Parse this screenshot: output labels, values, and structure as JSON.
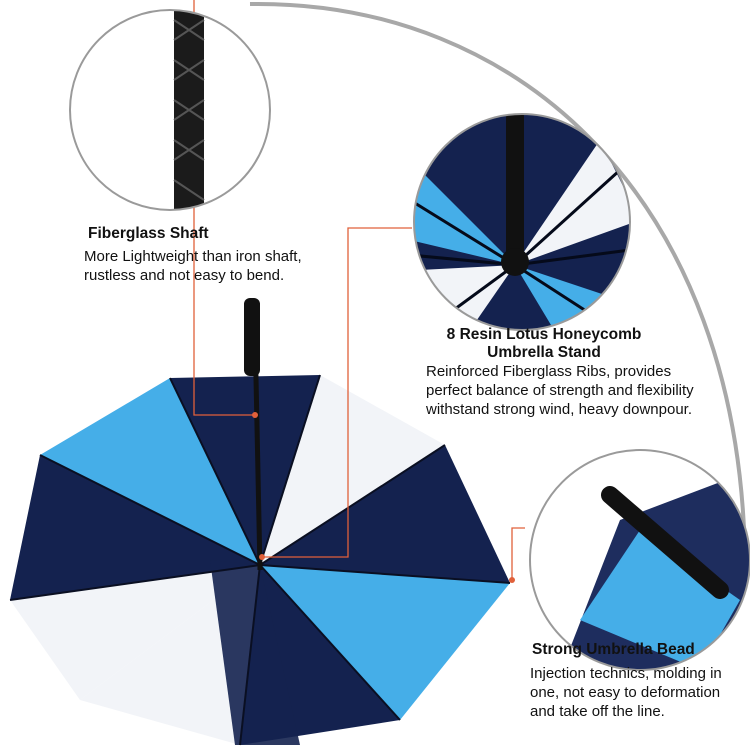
{
  "colors": {
    "navy": "#14224f",
    "light_blue": "#45aee8",
    "white": "#f2f4f8",
    "leader": "#e0603a",
    "ring": "#9a9a9a"
  },
  "features": [
    {
      "title": "Fiberglass Shaft",
      "lines": [
        "More Lightweight than iron shaft,",
        "rustless and not easy to bend."
      ]
    },
    {
      "title_lines": [
        "8 Resin Lotus Honeycomb",
        "Umbrella Stand"
      ],
      "lines": [
        "Reinforced Fiberglass Ribs, provides",
        "perfect balance of strength and flexibility",
        "withstand strong wind, heavy downpour."
      ]
    },
    {
      "title": "Strong Umbrella Bead",
      "lines": [
        "Injection technics, molding in",
        "one, not easy to deformation",
        "and take off the line."
      ]
    }
  ]
}
